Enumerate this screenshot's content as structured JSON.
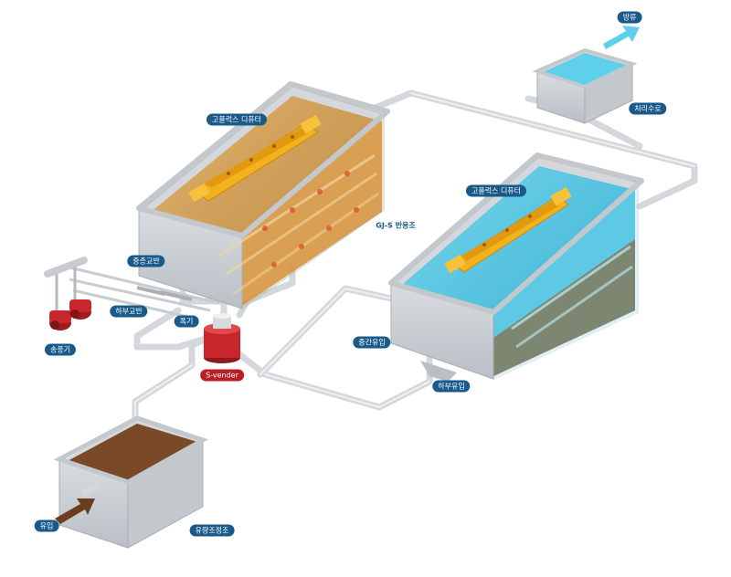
{
  "labels": {
    "discharge": "방류",
    "treated_tank": "처리수로",
    "complex_diffuser_1": "고플럭스 디퓨터",
    "complex_diffuser_2": "고플럭스 디퓨터",
    "reactor": "GJ-S 반응조",
    "mid_agitator": "중층교반",
    "lower_agitator": "하부교반",
    "aeration": "폭기",
    "blower": "송풍기",
    "s_vender": "S-vender",
    "mid_inflow": "중간유입",
    "lower_inflow": "하부유입",
    "inflow": "유입",
    "equalization_tank": "유량조정조"
  },
  "colors": {
    "label_bg": "#1a5a8a",
    "s_vender": "#c8262c",
    "pipe": "#d2d6da",
    "tank_wall": "#c9ced3",
    "brown_liquid": "#c98a3a",
    "blue_liquid": "#3fc0e0",
    "diffuser": "#f3b21c"
  }
}
